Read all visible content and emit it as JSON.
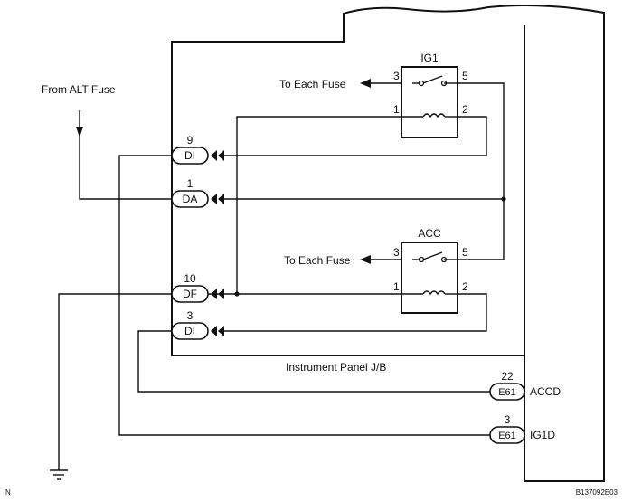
{
  "labels": {
    "from_alt_fuse": "From ALT Fuse",
    "to_each_fuse_1": "To Each Fuse",
    "to_each_fuse_2": "To Each Fuse",
    "instrument_panel_jb": "Instrument Panel J/B",
    "corner_n": "N",
    "figure_code": "B137092E03"
  },
  "relays": [
    {
      "name": "IG1",
      "pins": {
        "p1": "1",
        "p2": "2",
        "p3": "3",
        "p5": "5"
      }
    },
    {
      "name": "ACC",
      "pins": {
        "p1": "1",
        "p2": "2",
        "p3": "3",
        "p5": "5"
      }
    }
  ],
  "jb_connectors": [
    {
      "name": "DI",
      "pin": "9"
    },
    {
      "name": "DA",
      "pin": "1"
    },
    {
      "name": "DF",
      "pin": "10"
    },
    {
      "name": "DI",
      "pin": "3"
    }
  ],
  "ecu_connectors": [
    {
      "name": "E61",
      "pin": "22",
      "signal": "ACCD"
    },
    {
      "name": "E61",
      "pin": "3",
      "signal": "IG1D"
    }
  ]
}
